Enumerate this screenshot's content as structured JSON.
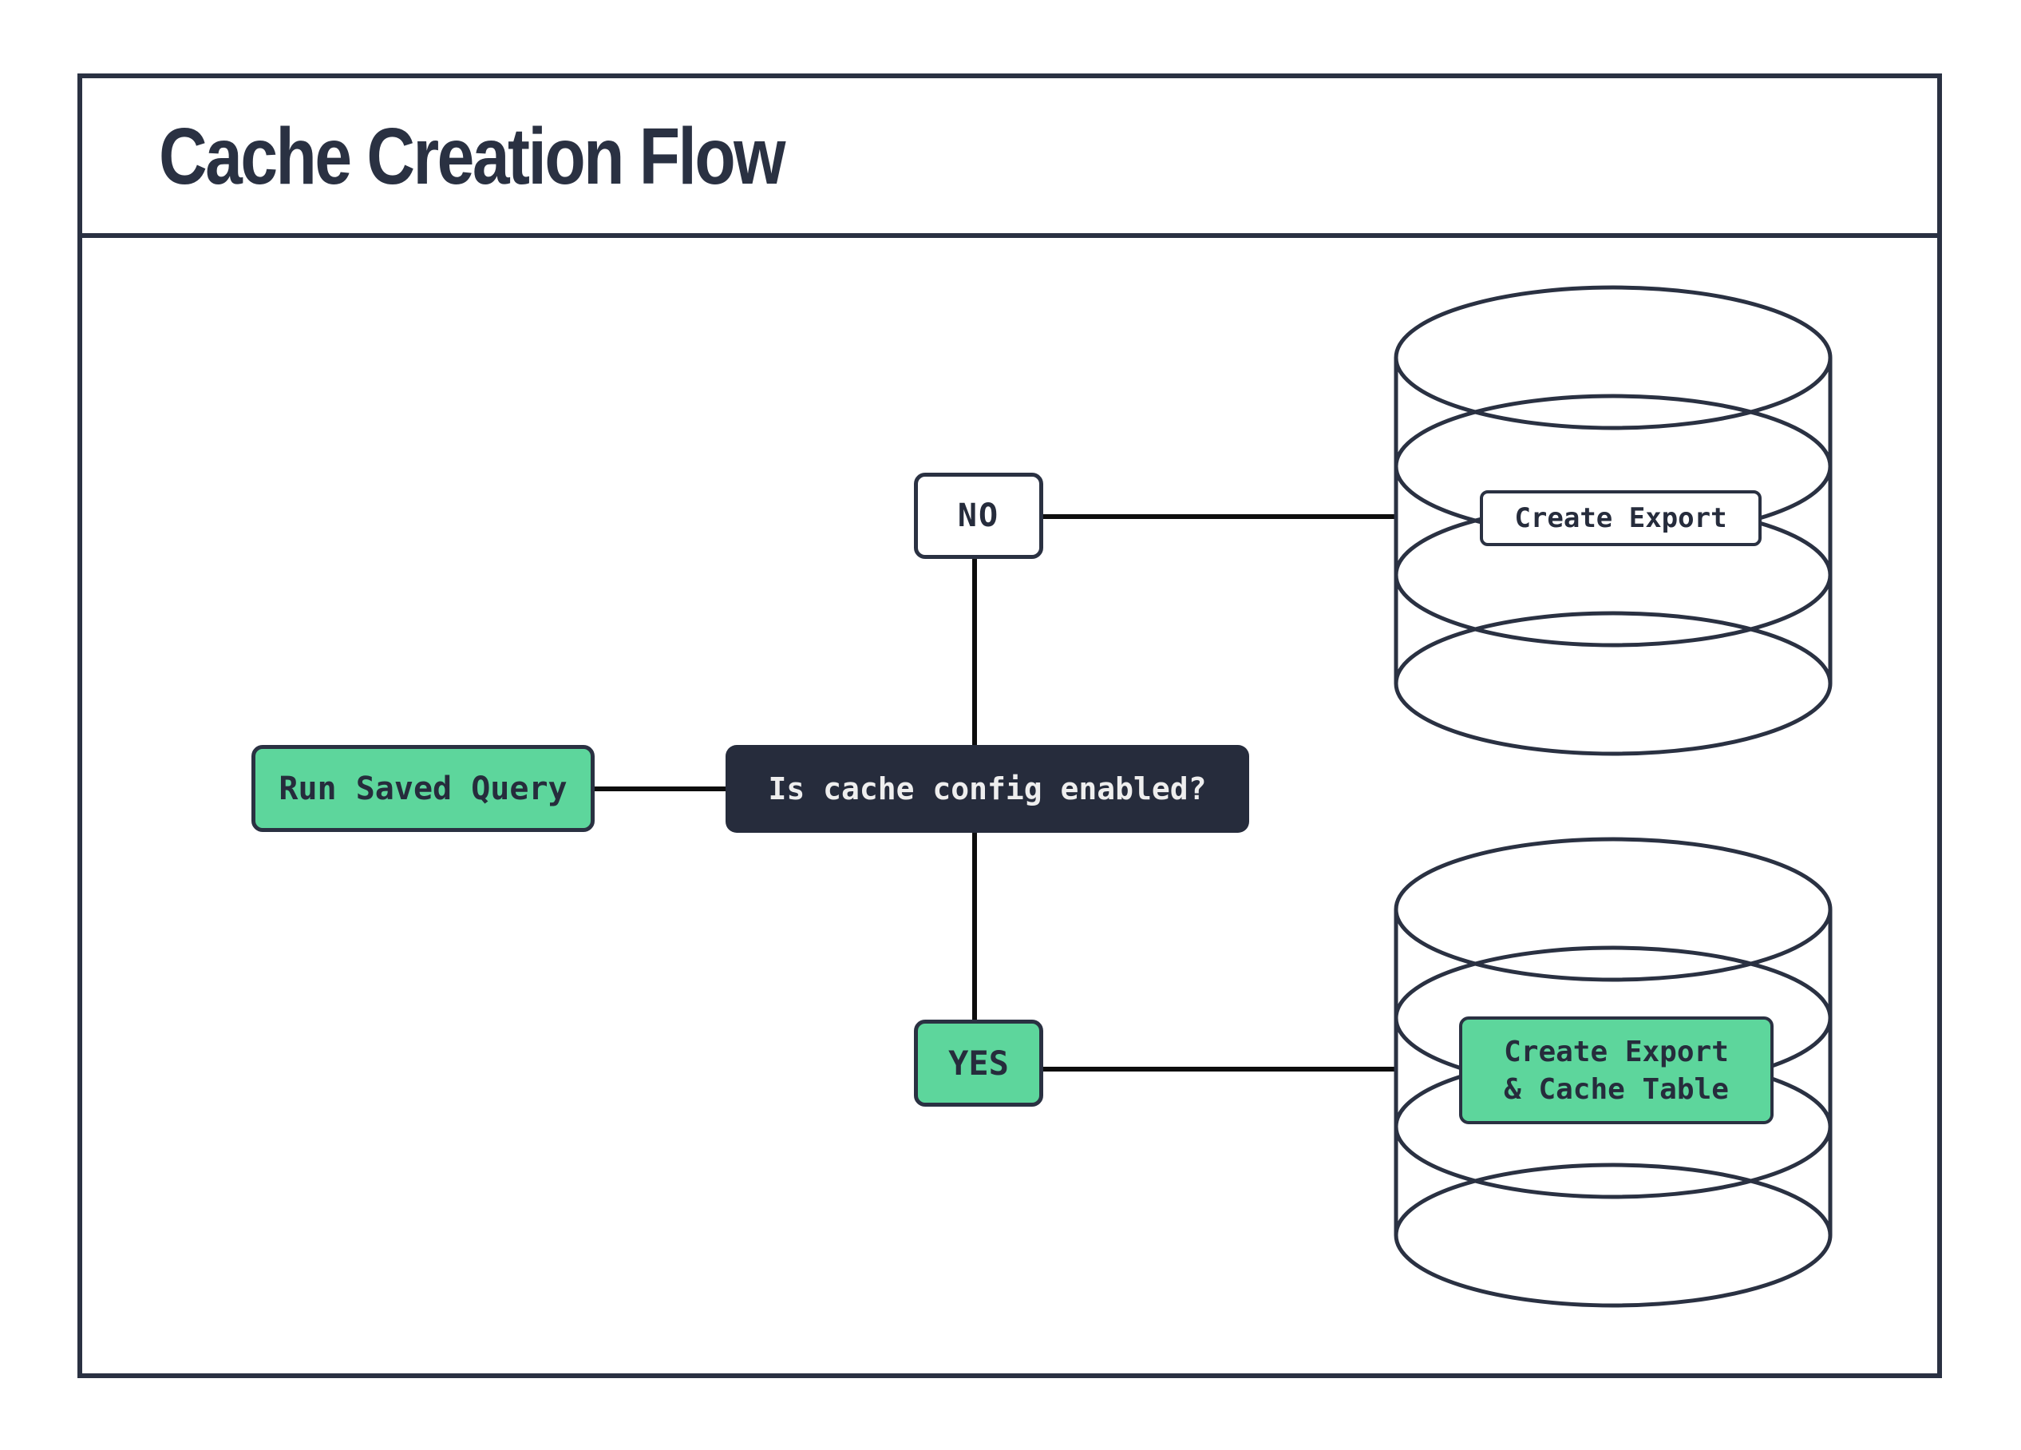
{
  "title": "Cache Creation Flow",
  "colors": {
    "frame_navy": "#2a3142",
    "decision_fill": "#262c3c",
    "accent_green": "#5dd69c",
    "connector_black": "#0d0d0d",
    "decision_text": "#eeeeee"
  },
  "nodes": {
    "run_saved_query": {
      "label": "Run Saved Query"
    },
    "decision": {
      "label": "Is cache config enabled?"
    },
    "branch_no": {
      "label": "NO"
    },
    "branch_yes": {
      "label": "YES"
    },
    "db_export": {
      "label": "Create Export"
    },
    "db_export_cache": {
      "line1": "Create Export",
      "line2": "& Cache Table"
    }
  }
}
